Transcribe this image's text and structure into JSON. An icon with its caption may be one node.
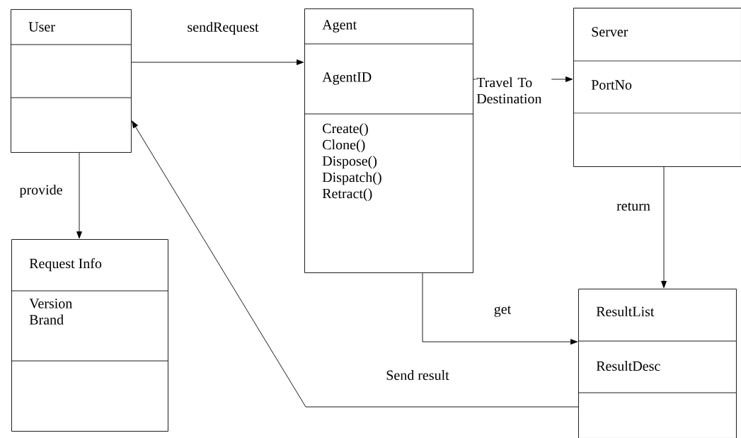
{
  "diagram": {
    "nodes": [
      {
        "text": [
          "User"
        ]
      },
      {
        "text": [
          "Agent",
          "AgentID",
          "Create() Clone() Dispose() Dispatch() Retract()"
        ]
      },
      {
        "text": [
          "Server",
          "PortNo"
        ]
      },
      {
        "text": [
          "Request Info",
          "Version Brand"
        ]
      },
      {
        "text": [
          "ResultList",
          "ResultDesc"
        ]
      }
    ],
    "edges": [
      {
        "from": 0,
        "to": 1,
        "arrow": "to",
        "label": "sendRequest"
      },
      {
        "from": 1,
        "to": 2,
        "arrow": "to",
        "label": "Travel To Destination"
      },
      {
        "from": 0,
        "to": 3,
        "arrow": "to",
        "label": "provide"
      },
      {
        "from": 2,
        "to": 4,
        "arrow": "to",
        "label": "return"
      },
      {
        "from": 1,
        "to": 4,
        "arrow": "to",
        "label": "get"
      },
      {
        "from": 4,
        "to": 0,
        "arrow": "to",
        "label": "Send result"
      }
    ]
  }
}
